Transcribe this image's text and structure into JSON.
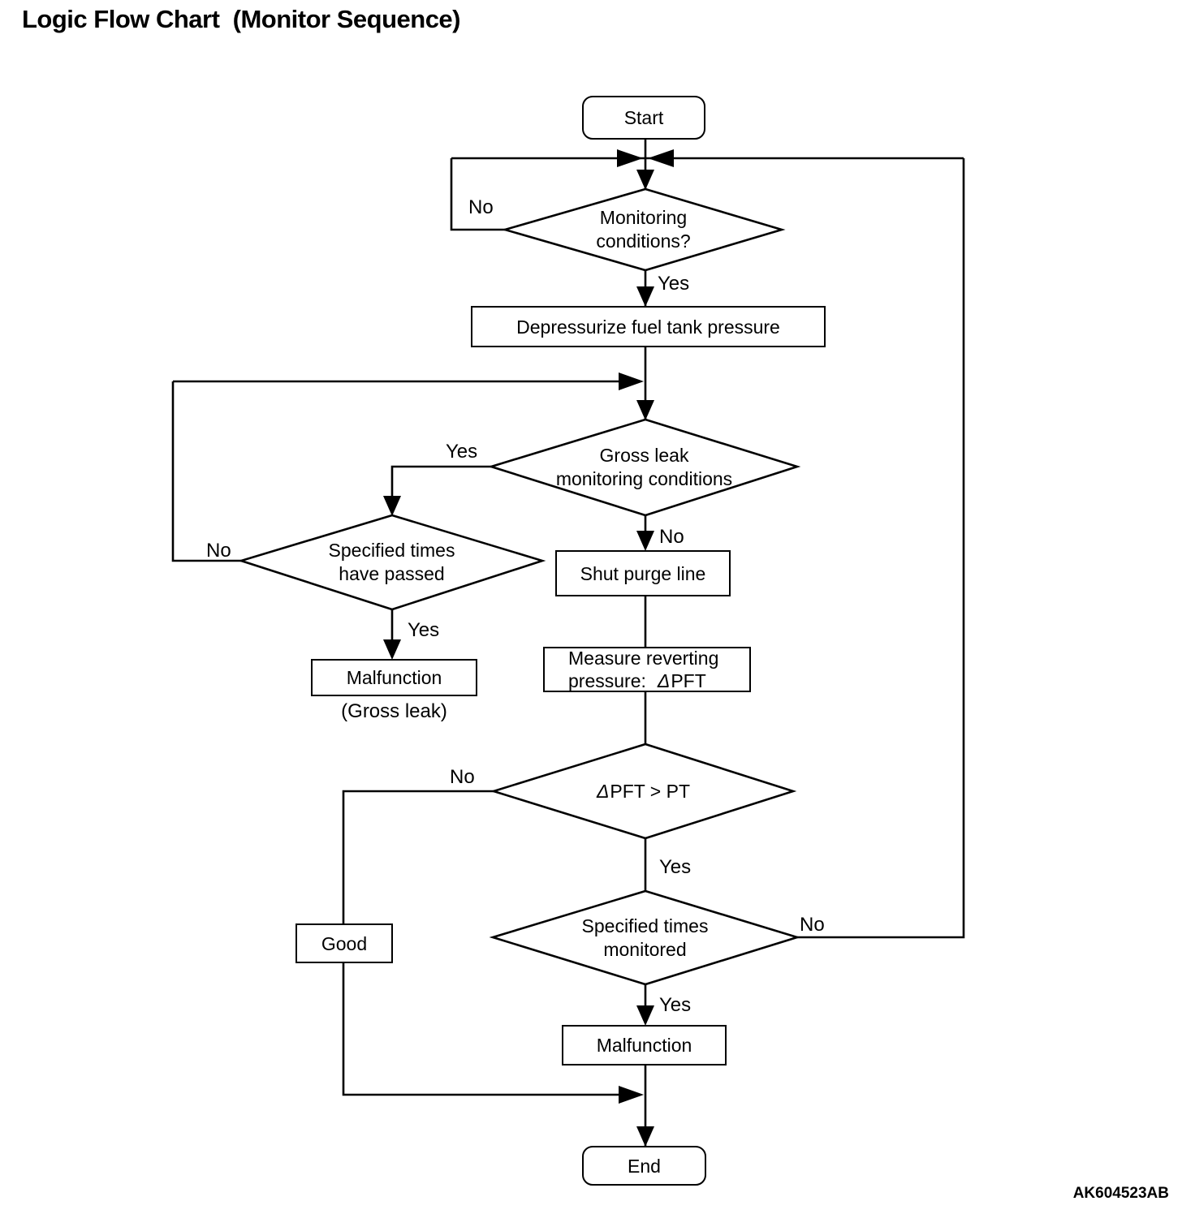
{
  "page": {
    "title": "Logic Flow Chart  (Monitor Sequence)",
    "figure_code": "AK604523AB"
  },
  "colors": {
    "line": "#000000",
    "background": "#ffffff",
    "text": "#000000"
  },
  "nodes": {
    "start": {
      "type": "terminator",
      "label": "Start"
    },
    "monitoring": {
      "type": "decision",
      "line1": "Monitoring",
      "line2": "conditions?"
    },
    "depressurize": {
      "type": "process",
      "label": "Depressurize fuel tank pressure"
    },
    "gross_leak": {
      "type": "decision",
      "line1": "Gross leak",
      "line2": "monitoring conditions"
    },
    "times_passed": {
      "type": "decision",
      "line1": "Specified times",
      "line2": "have passed"
    },
    "malfunction_gross": {
      "type": "process",
      "label": "Malfunction",
      "note": "(Gross leak)"
    },
    "shut_purge": {
      "type": "process",
      "label": "Shut purge line"
    },
    "measure": {
      "type": "process",
      "line1": "Measure reverting",
      "line2_label": "pressure:",
      "line2_symbol": "Δ",
      "line2_value": "PFT"
    },
    "dpft": {
      "type": "decision",
      "symbol": "Δ",
      "label": "PFT > PT"
    },
    "times_monitored": {
      "type": "decision",
      "line1": "Specified times",
      "line2": "monitored"
    },
    "good": {
      "type": "process",
      "label": "Good"
    },
    "malfunction": {
      "type": "process",
      "label": "Malfunction"
    },
    "end": {
      "type": "terminator",
      "label": "End"
    }
  },
  "branches": {
    "monitoring_no": "No",
    "monitoring_yes": "Yes",
    "gross_leak_yes": "Yes",
    "gross_leak_no": "No",
    "times_passed_no": "No",
    "times_passed_yes": "Yes",
    "dpft_no": "No",
    "dpft_yes": "Yes",
    "times_monitored_no": "No",
    "times_monitored_yes": "Yes"
  }
}
